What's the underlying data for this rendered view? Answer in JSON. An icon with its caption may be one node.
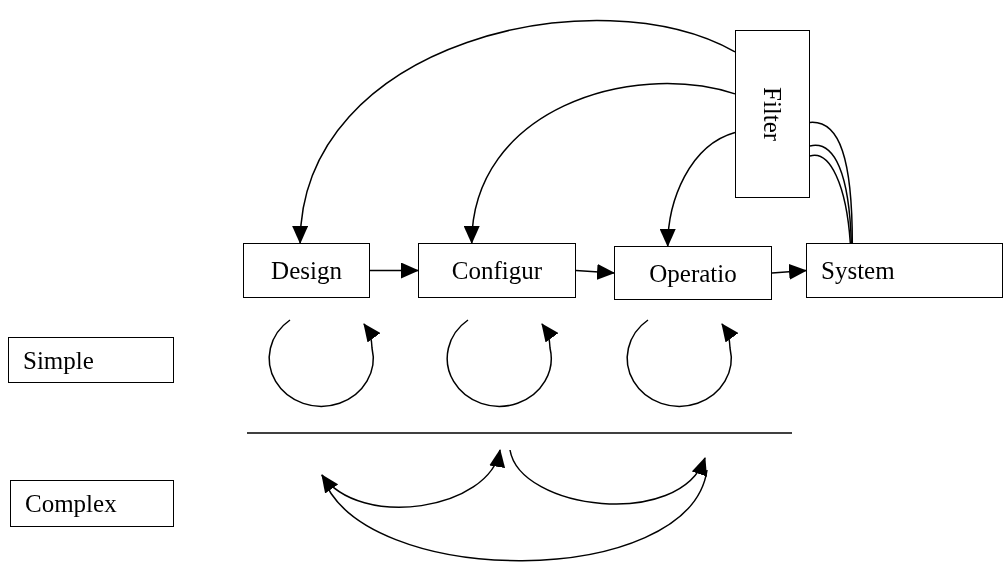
{
  "diagram": {
    "nodes": [
      {
        "text": [
          "Filter"
        ]
      },
      {
        "text": [
          "Design"
        ]
      },
      {
        "text": [
          "Configur"
        ]
      },
      {
        "text": [
          "Operatio"
        ]
      },
      {
        "text": [
          "System"
        ]
      },
      {
        "text": [
          "Simple"
        ]
      },
      {
        "text": [
          "Complex"
        ]
      }
    ],
    "edges": [
      {
        "from": 1,
        "to": 2,
        "arrow": "to"
      },
      {
        "from": 2,
        "to": 3,
        "arrow": "to"
      },
      {
        "from": 3,
        "to": 4,
        "arrow": "to"
      },
      {
        "from": 0,
        "to": 1,
        "arrow": "to"
      },
      {
        "from": 0,
        "to": 2,
        "arrow": "to"
      },
      {
        "from": 0,
        "to": 3,
        "arrow": "to"
      },
      {
        "from": 4,
        "to": 0,
        "arrow": "none"
      },
      {
        "from": 4,
        "to": 0,
        "arrow": "none"
      },
      {
        "from": 4,
        "to": 0,
        "arrow": "none"
      }
    ]
  }
}
